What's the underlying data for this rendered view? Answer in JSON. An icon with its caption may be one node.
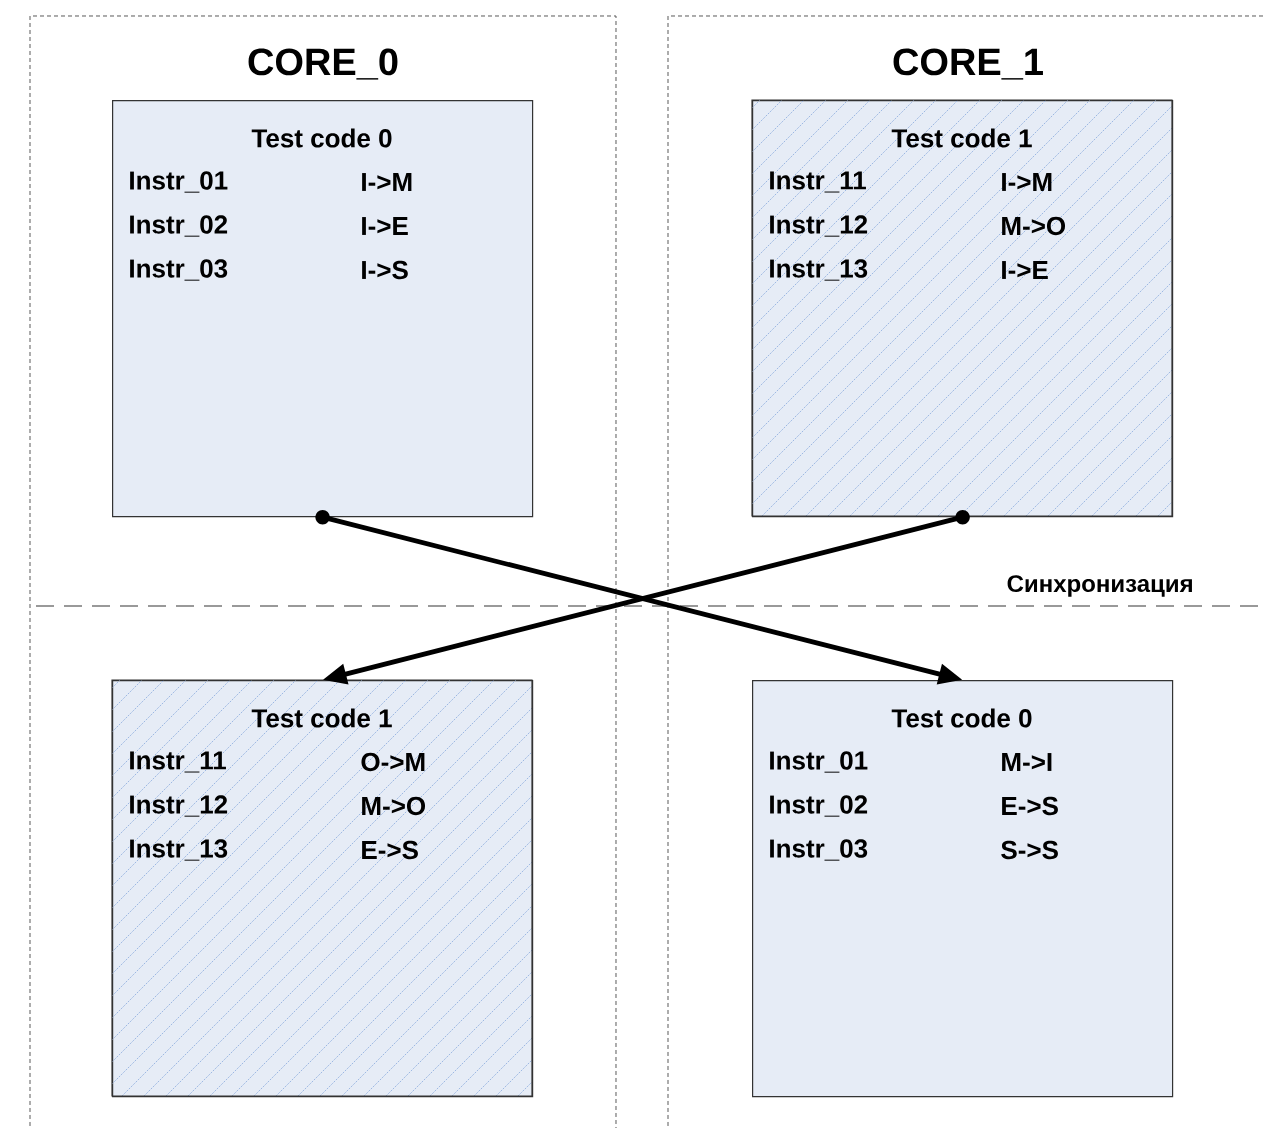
{
  "diagram": {
    "nodes": [
      {
        "text": [
          "CORE_0"
        ]
      },
      {
        "text": [
          "Test code 0",
          "Instr_01",
          "I->M",
          "Instr_02",
          "I->E",
          "Instr_03",
          "I->S"
        ],
        "in": 0
      },
      {
        "text": [
          "CORE_1"
        ]
      },
      {
        "text": [
          "Test code 1",
          "Instr_11",
          "I->M",
          "Instr_12",
          "M->O",
          "Instr_13",
          "I->E"
        ],
        "in": 2
      },
      {
        "text": [
          "Test code 1",
          "Instr_11",
          "O->M",
          "Instr_12",
          "M->O",
          "Instr_13",
          "E->S"
        ],
        "in": 0
      },
      {
        "text": [
          "Test code 0",
          "Instr_01",
          "M->I",
          "Instr_02",
          "E->S",
          "Instr_03",
          "S->S"
        ],
        "in": 2
      }
    ],
    "edges": [
      {
        "from": 1,
        "to": 5,
        "arrow": "to"
      },
      {
        "from": 3,
        "to": 4,
        "arrow": "to"
      }
    ],
    "labels": [
      "Синхронизация"
    ]
  }
}
